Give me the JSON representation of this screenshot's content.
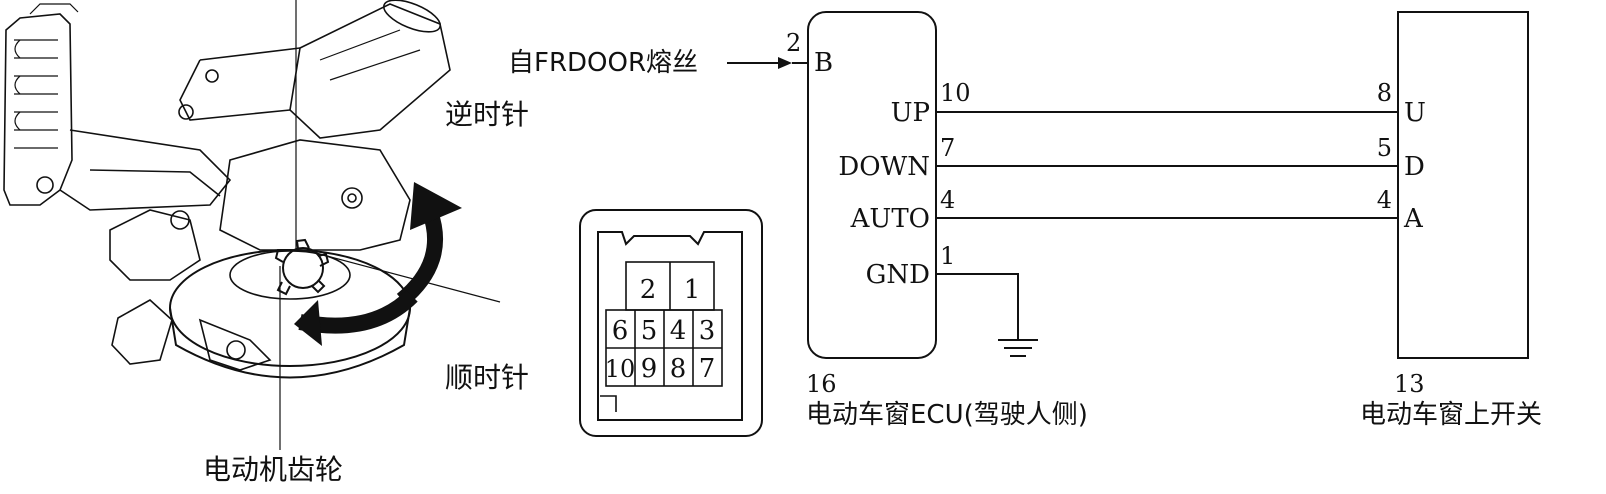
{
  "motor_illustration": {
    "label_ccw": "逆时针",
    "label_cw": "顺时针",
    "label_gear": "电动机齿轮"
  },
  "connector": {
    "pins_top": [
      "2",
      "1"
    ],
    "pins_mid": [
      "6",
      "5",
      "4",
      "3"
    ],
    "pins_bot": [
      "10",
      "9",
      "8",
      "7"
    ]
  },
  "source": {
    "label": "自FRDOOR熔丝",
    "pin": "2"
  },
  "ecu": {
    "number": "16",
    "name": "电动车窗ECU(驾驶人侧)",
    "terminals": [
      {
        "name": "B",
        "pin": "2"
      },
      {
        "name": "UP",
        "pin": "10"
      },
      {
        "name": "DOWN",
        "pin": "7"
      },
      {
        "name": "AUTO",
        "pin": "4"
      },
      {
        "name": "GND",
        "pin": "1"
      }
    ]
  },
  "switch": {
    "number": "13",
    "name": "电动车窗上开关",
    "terminals": [
      {
        "name": "U",
        "pin": "8"
      },
      {
        "name": "D",
        "pin": "5"
      },
      {
        "name": "A",
        "pin": "4"
      }
    ]
  }
}
